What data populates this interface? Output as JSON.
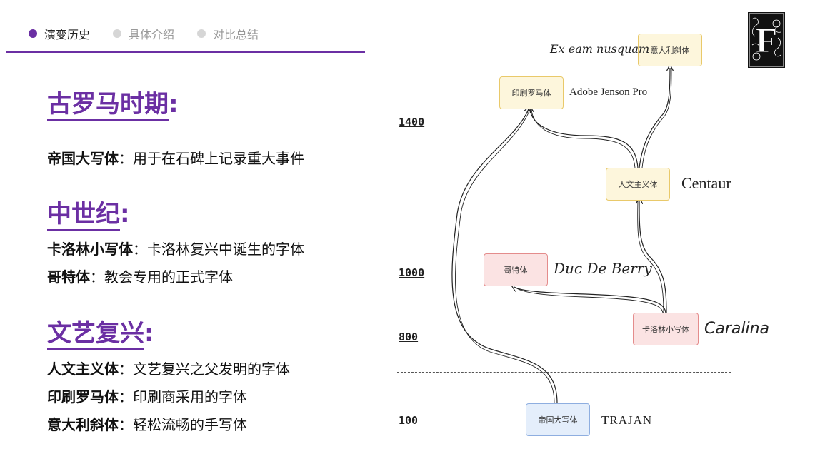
{
  "nav": {
    "items": [
      {
        "label": "演变历史",
        "active": true
      },
      {
        "label": "具体介绍",
        "active": false
      },
      {
        "label": "对比总结",
        "active": false
      }
    ]
  },
  "left": {
    "sections": [
      {
        "title": "古罗马时期",
        "colon": ":",
        "lines": [
          {
            "term": "帝国大写体",
            "sep": "：",
            "desc": "用于在石碑上记录重大事件"
          }
        ]
      },
      {
        "title": "中世纪",
        "colon": ":",
        "lines": [
          {
            "term": "卡洛林小写体",
            "sep": "：",
            "desc": "卡洛林复兴中诞生的字体"
          },
          {
            "term": "哥特体",
            "sep": "：",
            "desc": "教会专用的正式字体"
          }
        ]
      },
      {
        "title": "文艺复兴",
        "colon": ":",
        "lines": [
          {
            "term": "人文主义体",
            "sep": "：",
            "desc": "文艺复兴之父发明的字体"
          },
          {
            "term": "印刷罗马体",
            "sep": "：",
            "desc": "印刷商采用的字体"
          },
          {
            "term": "意大利斜体",
            "sep": "：",
            "desc": "轻松流畅的手写体"
          }
        ]
      }
    ]
  },
  "timeline": {
    "years": [
      "1400",
      "1000",
      "800",
      "100"
    ],
    "nodes": {
      "italic": {
        "label": "意大利斜体",
        "font_name": "Ex eam nusquam"
      },
      "roman": {
        "label": "印刷罗马体",
        "font_name": "Adobe Jenson Pro"
      },
      "humanist": {
        "label": "人文主义体",
        "font_name": "Centaur"
      },
      "gothic": {
        "label": "哥特体",
        "font_name": "Duc De Berry"
      },
      "carolingian": {
        "label": "卡洛林小写体",
        "font_name": "Caralina"
      },
      "trajan": {
        "label": "帝国大写体",
        "font_name": "TRAJAN"
      }
    }
  },
  "logo": {
    "letter": "F"
  },
  "colors": {
    "accent": "#6b2fa3",
    "inactive_dot": "#d6d6d6",
    "yellow_node": "#fdf6dc",
    "red_node": "#fbe3e3",
    "blue_node": "#e4eefb"
  }
}
